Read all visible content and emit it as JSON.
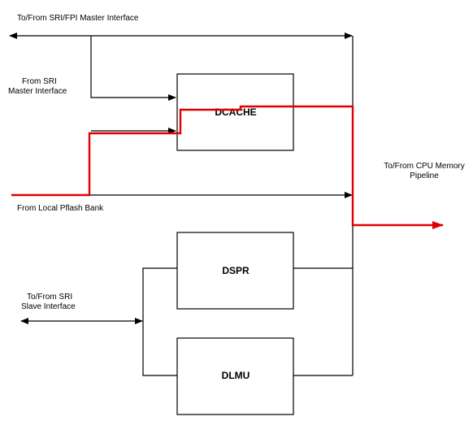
{
  "labels": {
    "sri_fpi_master": "To/From SRI/FPI Master Interface",
    "sri_master_line1": "From SRI",
    "sri_master_line2": "Master Interface",
    "cpu_pipeline_line1": "To/From CPU Memory",
    "cpu_pipeline_line2": "Pipeline",
    "local_pflash": "From Local Pflash Bank",
    "sri_slave_line1": "To/From SRI",
    "sri_slave_line2": "Slave Interface"
  },
  "blocks": {
    "dcache": "DCACHE",
    "dspr": "DSPR",
    "dlmu": "DLMU"
  },
  "colors": {
    "highlight_path": "#e00000",
    "wires": "#000000"
  }
}
